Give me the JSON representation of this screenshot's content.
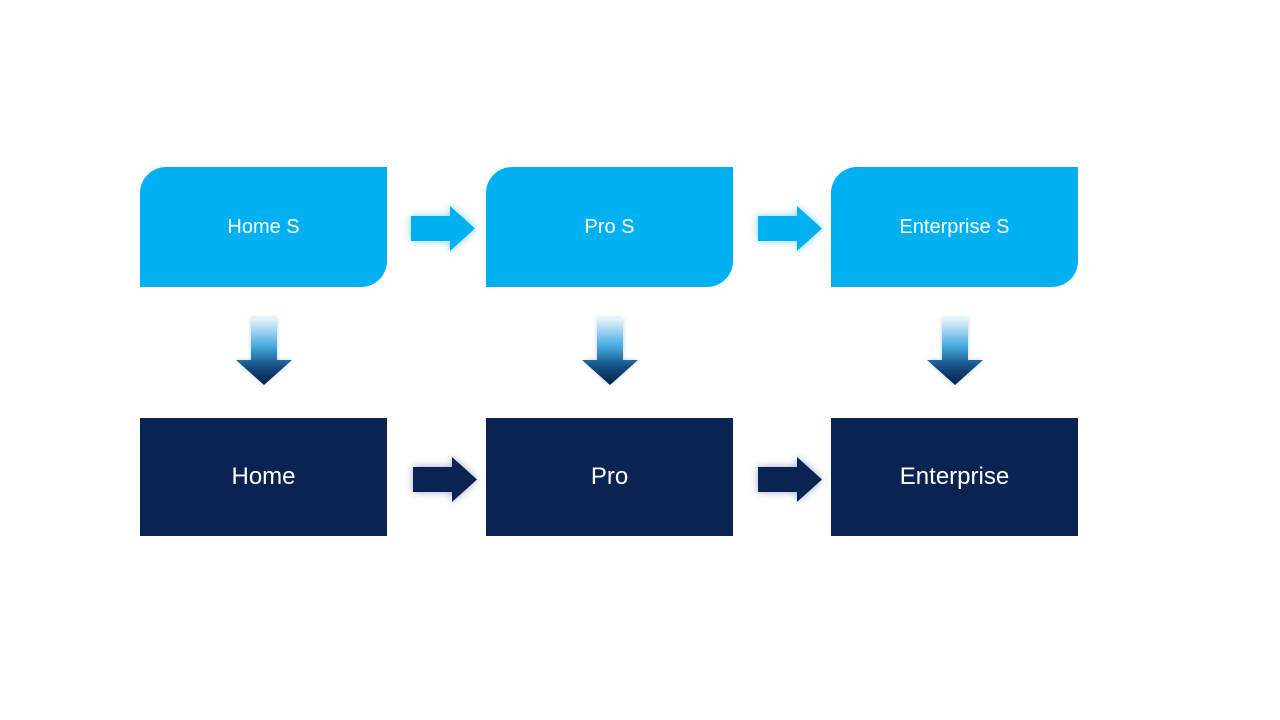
{
  "diagram": {
    "top_row": [
      {
        "label": "Home S"
      },
      {
        "label": "Pro S"
      },
      {
        "label": "Enterprise S"
      }
    ],
    "bottom_row": [
      {
        "label": "Home"
      },
      {
        "label": "Pro"
      },
      {
        "label": "Enterprise"
      }
    ]
  },
  "colors": {
    "background": "#FFFFFF",
    "top_box_fill": "#00B0F0",
    "bottom_box_fill": "#0A2351",
    "label_text": "#FFFFFF",
    "arrow_glow_light": "#7FD4F7",
    "arrow_glow_dark": "#9AA9C2",
    "down_arrow_gradient_1": "#EAF6FD",
    "down_arrow_gradient_2": "#46AADF",
    "down_arrow_gradient_3": "#155085",
    "down_arrow_gradient_4": "#081F49"
  }
}
